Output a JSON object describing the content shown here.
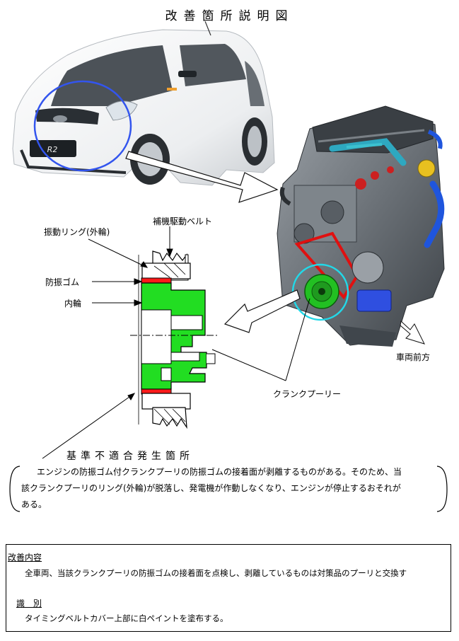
{
  "title": "改善箇所説明図",
  "car": {
    "badge": "R2"
  },
  "labels": {
    "ring_outer": "振動リング(外輪)",
    "belt": "補機駆動ベルト",
    "rubber": "防振ゴム",
    "inner": "内輪",
    "front": "車両前方",
    "pulley": "クランクプーリー"
  },
  "defect": {
    "title": "基準不適合発生箇所",
    "lines": [
      "エンジンの防振ゴム付クランクプーリの防振ゴムの接着面が剥離するものがある。そのため、当",
      "該クランクプーリのリング(外輪)が脱落し、発電機が作動しなくなり、エンジンが停止するおそれが",
      "ある。"
    ]
  },
  "remedy": {
    "heading": "改善内容",
    "text": "全車両、当該クランクプーリの防振ゴムの接着面を点検し、剥離しているものは対策品のプーリと交換す"
  },
  "identification": {
    "heading": "識　別",
    "text": "タイミングベルトカバー上部に白ペイントを塗布する。"
  },
  "colors": {
    "green": "#22dd22",
    "red": "#ff1a1a",
    "blue_circle": "#3355ee",
    "cyan_circle": "#22d8e8"
  }
}
